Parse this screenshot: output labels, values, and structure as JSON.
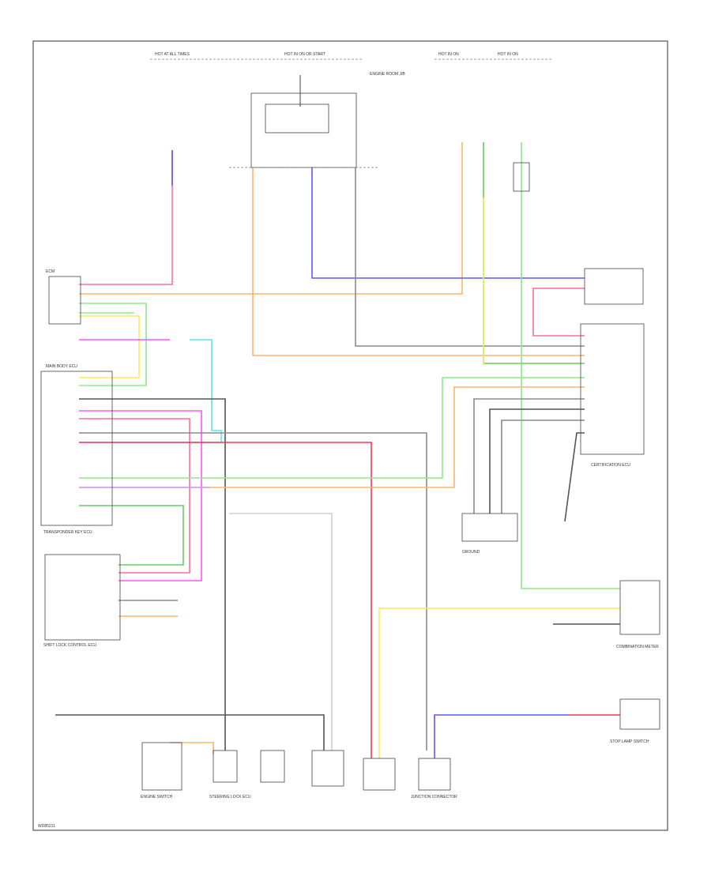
{
  "diagram": {
    "footer_code": "WD85211",
    "wire_colors": {
      "pink": "#ff6f9c",
      "orange": "#ffb36b",
      "yellow": "#f6ee5a",
      "lightgreen": "#8ee88e",
      "green": "#66cc66",
      "blue": "#5a5aff",
      "cyan": "#5ee6e6",
      "magenta": "#ff55ff",
      "gray": "#8a8a8a",
      "black": "#555555",
      "red": "#ff3355",
      "lightgray": "#cfcfcf",
      "violet": "#c89bff"
    },
    "labels": {
      "top_fuse_1": "HOT AT ALL TIMES",
      "top_fuse_2": "HOT IN ON OR START",
      "top_fuse_3": "HOT IN ON",
      "top_fuse_4": "HOT IN ON",
      "engine_room_jb": "ENGINE ROOM J/B",
      "ecm": "ECM",
      "transponder": "TRANSPONDER KEY ECU",
      "shift_lock": "SHIFT LOCK CONTROL ECU",
      "main_body_ecu": "MAIN BODY ECU",
      "combination_meter": "COMBINATION METER",
      "ground": "GROUND",
      "stop_lamp_switch": "STOP LAMP SWITCH",
      "engine_switch": "ENGINE SWITCH",
      "steering_lock": "STEERING LOCK ECU",
      "cert_ecu": "CERTIFICATION ECU",
      "junction": "JUNCTION CONNECTOR"
    }
  }
}
